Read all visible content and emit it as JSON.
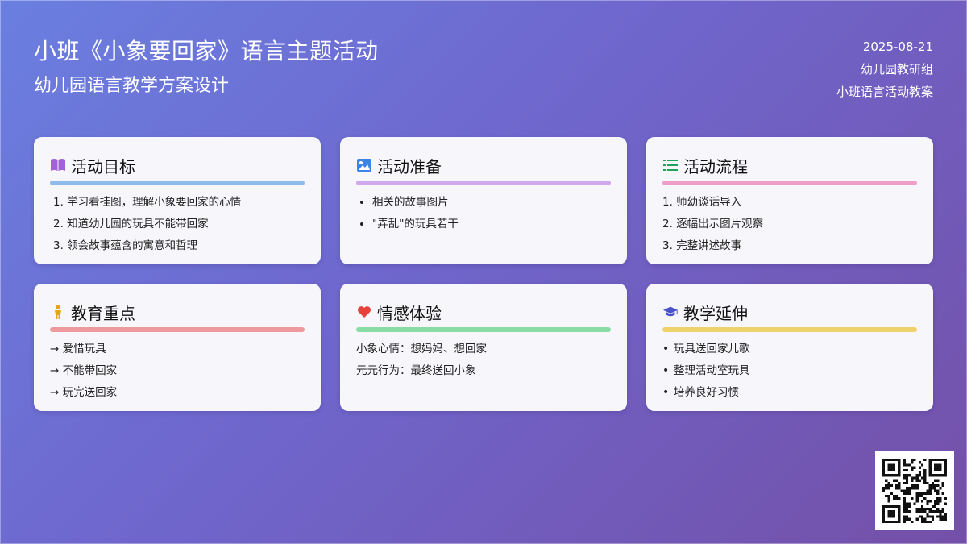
{
  "header": {
    "title": "小班《小象要回家》语言主题活动",
    "subtitle": "幼儿园语言教学方案设计",
    "date": "2025-08-21",
    "org": "幼儿园教研组",
    "doc_type": "小班语言活动教案"
  },
  "cards": [
    {
      "title": "活动目标",
      "icon": "book-icon",
      "accent": "#8fbcea",
      "items": [
        "1. 学习看挂图，理解小象要回家的心情",
        "2. 知道幼儿园的玩具不能带回家",
        "3. 领会故事蕴含的寓意和哲理"
      ]
    },
    {
      "title": "活动准备",
      "icon": "image-icon",
      "accent": "#cfa8ee",
      "items": [
        "相关的故事图片",
        "\"弄乱\"的玩具若干"
      ]
    },
    {
      "title": "活动流程",
      "icon": "list-icon",
      "accent": "#ef9ec8",
      "items": [
        "1. 师幼谈话导入",
        "2. 逐幅出示图片观察",
        "3. 完整讲述故事"
      ]
    },
    {
      "title": "教育重点",
      "icon": "child-icon",
      "accent": "#ee9a9d",
      "items": [
        "→ 爱惜玩具",
        "→ 不能带回家",
        "→ 玩完送回家"
      ]
    },
    {
      "title": "情感体验",
      "icon": "heart-icon",
      "accent": "#88dca4",
      "items": [
        "小象心情：想妈妈、想回家",
        "元元行为：最终送回小象"
      ]
    },
    {
      "title": "教学延伸",
      "icon": "graduation-cap-icon",
      "accent": "#f0d26a",
      "items": [
        "玩具送回家儿歌",
        "整理活动室玩具",
        "培养良好习惯"
      ]
    }
  ],
  "colors": {
    "background_start": "#6a7fe0",
    "background_end": "#7450a8",
    "card": "#f6f6fb"
  }
}
